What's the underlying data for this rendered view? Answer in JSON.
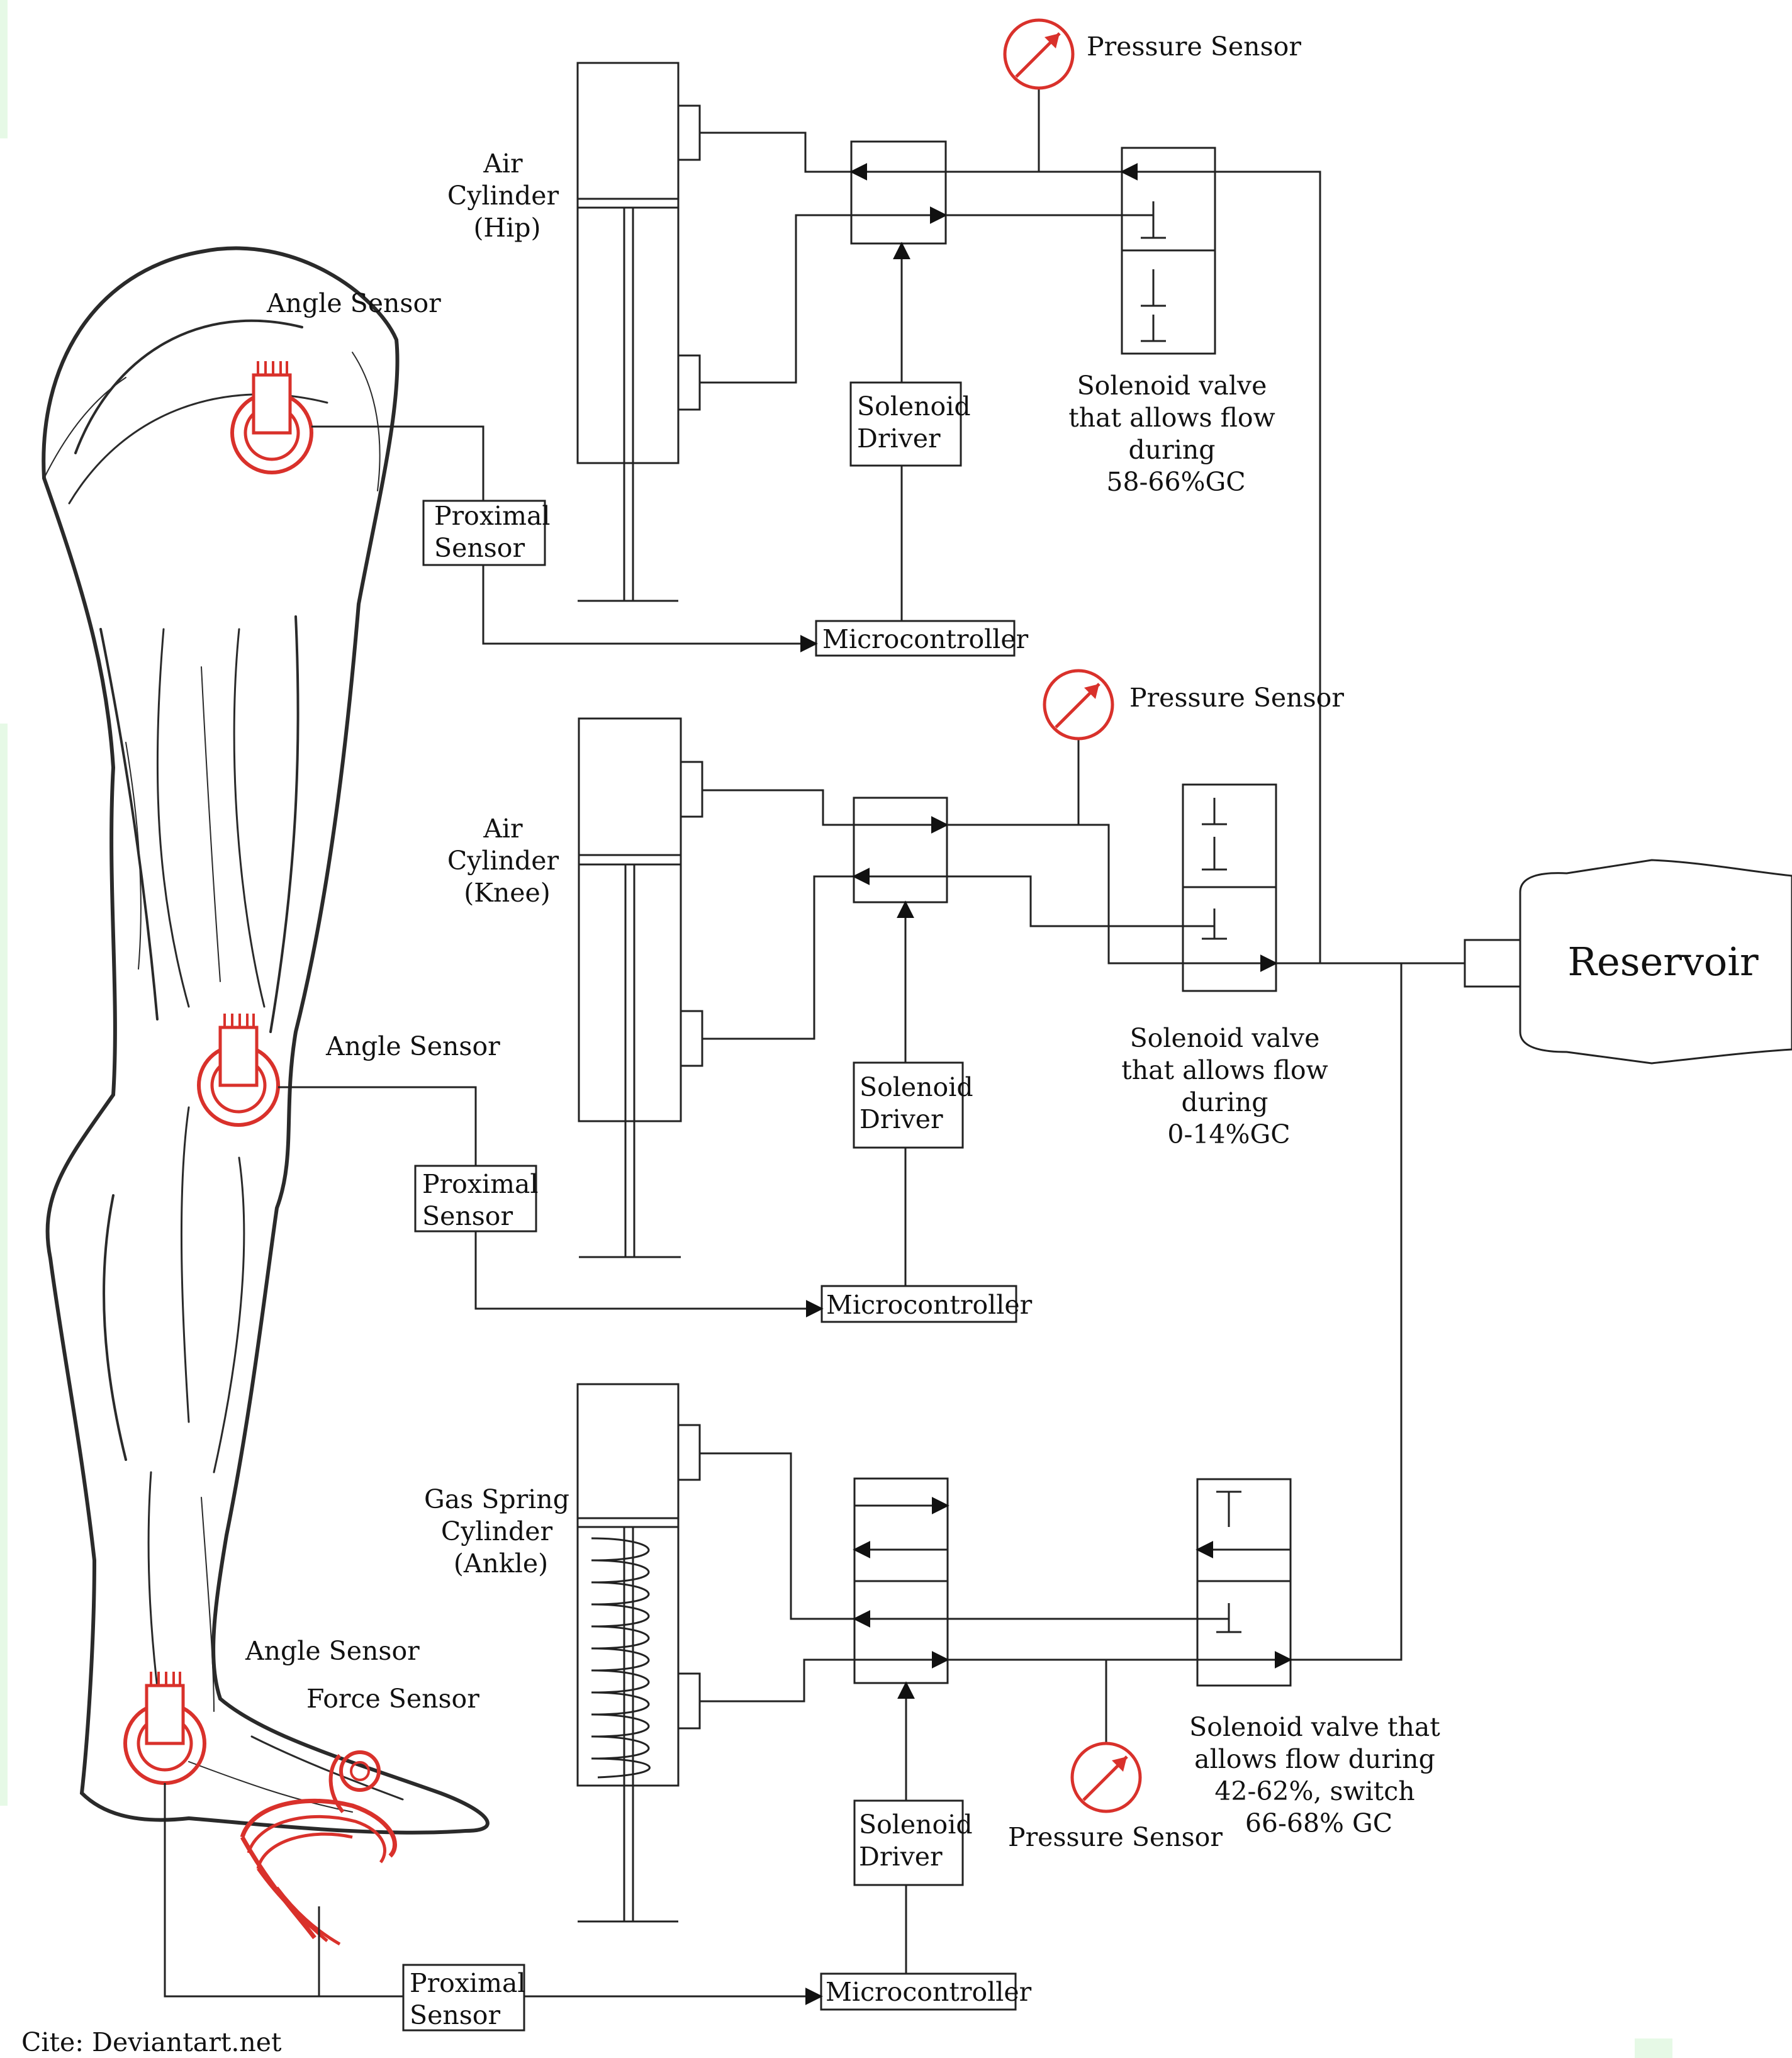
{
  "labels": {
    "pressure_sensor": "Pressure Sensor",
    "angle_sensor": "Angle Sensor",
    "force_sensor": "Force Sensor",
    "proximal_line1": "Proximal",
    "proximal_line2": "Sensor",
    "microcontroller": "Microcontroller",
    "solenoid_driver_line1": "Solenoid",
    "solenoid_driver_line2": "Driver",
    "reservoir": "Reservoir",
    "cite": "Cite: Deviantart.net"
  },
  "hip": {
    "cylinder": [
      "Air",
      "Cylinder",
      "(Hip)"
    ],
    "valve_note": [
      "Solenoid valve",
      "that allows flow",
      "during",
      "58-66%GC"
    ]
  },
  "knee": {
    "cylinder": [
      "Air",
      "Cylinder",
      "(Knee)"
    ],
    "valve_note": [
      "Solenoid valve",
      "that allows flow",
      "during",
      "0-14%GC"
    ]
  },
  "ankle": {
    "cylinder": [
      "Gas Spring",
      "Cylinder",
      "(Ankle)"
    ],
    "valve_note": [
      "Solenoid valve that",
      "allows flow during",
      "42-62%, switch",
      "66-68% GC"
    ]
  },
  "colors": {
    "sensor_red": "#d9312b",
    "line": "#222222",
    "edge_tint": "#e6f9e6"
  }
}
